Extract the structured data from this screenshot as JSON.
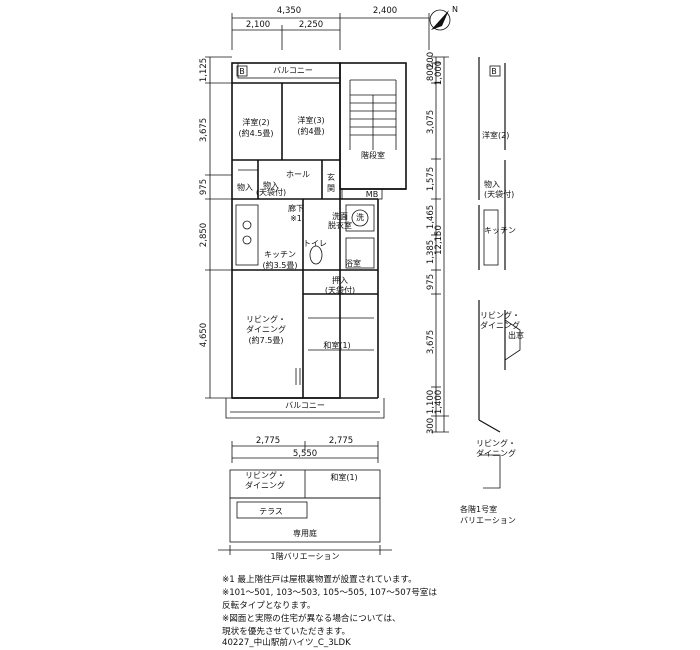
{
  "dims": {
    "top_overall": "4,350",
    "top_right": "2,400",
    "top_a": "2,100",
    "top_b": "2,250",
    "left": [
      "1,125",
      "3,675",
      "975",
      "2,850",
      "4,650"
    ],
    "right_a": [
      "800",
      "3,075",
      "1,575",
      "1,465",
      "1,385",
      "975",
      "3,675",
      "1,100",
      "300"
    ],
    "right_a_top": "200",
    "right_b": "1,000",
    "right_total": "12,150",
    "right_bottom": "1,400",
    "bottom_a": "2,775",
    "bottom_b": "2,775",
    "bottom_total": "5,550"
  },
  "rooms": {
    "balcony_top": "バルコニー",
    "b_mark": "B",
    "western2": [
      "洋室(2)",
      "(約4.5畳)"
    ],
    "western3": [
      "洋室(3)",
      "(約4畳)"
    ],
    "stair": "階段室",
    "storage1": "物入",
    "storage_small": [
      "物入",
      "(天袋付)"
    ],
    "hall": "ホール",
    "entrance": [
      "玄",
      "関"
    ],
    "mb": "MB",
    "corridor": "廊下",
    "note_mark": "※1",
    "wash": [
      "洗面",
      "脱衣室"
    ],
    "washer": "洗",
    "toilet": "トイレ",
    "bath": "浴室",
    "kitchen": [
      "キッチン",
      "(約3.5畳)"
    ],
    "closet": [
      "押入",
      "(天袋付)"
    ],
    "living": [
      "リビング・",
      "ダイニング",
      "(約7.5畳)"
    ],
    "japanese": "和室(1)",
    "balcony_bottom": "バルコニー"
  },
  "variation1f": {
    "living": [
      "リビング・",
      "ダイニング"
    ],
    "japanese": "和室(1)",
    "terrace": "テラス",
    "garden": "専用庭",
    "caption": "1階バリエーション"
  },
  "side": {
    "western2": "洋室(2)",
    "storage": [
      "物入",
      "(天袋付)"
    ],
    "kitchen": "キッチン",
    "living": [
      "リビング・",
      "ダイニング"
    ],
    "window": "出窓",
    "living_bottom": [
      "リビング・",
      "ダイニング"
    ],
    "caption": [
      "各階1号室",
      "バリエーション"
    ],
    "b_mark": "B"
  },
  "notes": [
    "※1  最上階住戸は屋根裏物置が設置されています。",
    "※101～501, 103～503, 105～505, 107～507号室は",
    "    反転タイプとなります。",
    "※図面と実際の住宅が異なる場合については、",
    "    現状を優先させていただきます。"
  ],
  "code": "40227_中山駅前ハイツ_C_3LDK",
  "compass": "N"
}
